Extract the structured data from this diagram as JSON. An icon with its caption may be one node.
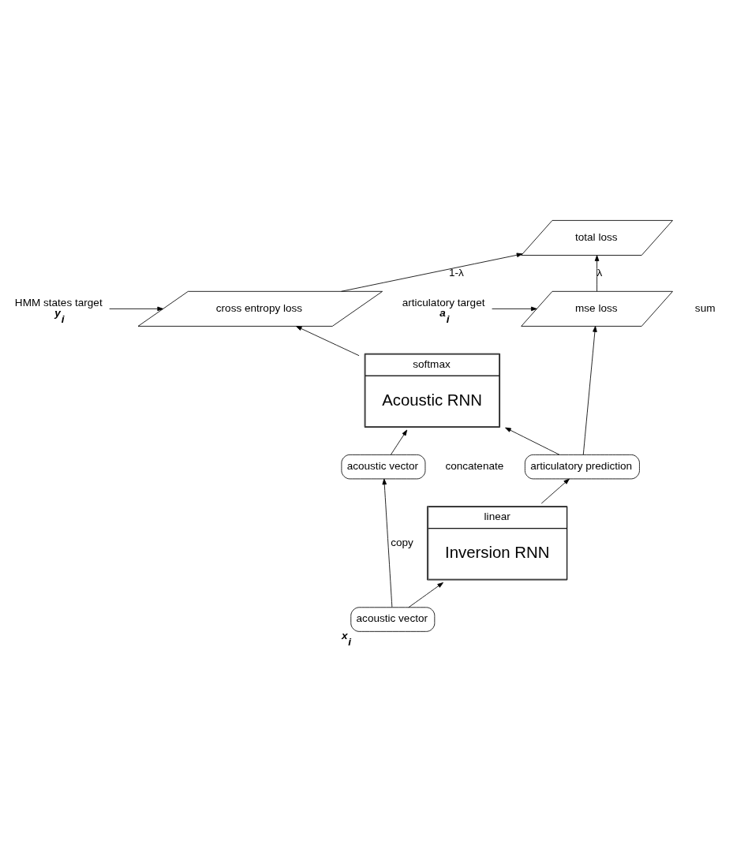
{
  "diagram": {
    "nodes": [
      {
        "text": [
          "total loss"
        ]
      },
      {
        "text": [
          "mse loss"
        ]
      },
      {
        "text": [
          "cross entropy loss"
        ]
      },
      {
        "text": [
          "articulatory target",
          "a$_{i}$"
        ]
      },
      {
        "text": [
          "HMM states target",
          "y$_{i}$"
        ]
      },
      {
        "text": [
          "softmax",
          "Acoustic RNN"
        ]
      },
      {
        "text": [
          "articulatory prediction"
        ]
      },
      {
        "text": [
          "acoustic vector"
        ]
      },
      {
        "text": [
          "linear",
          "Inversion RNN"
        ]
      },
      {
        "text": [
          "acoustic vector"
        ],
        "beside": [
          "x$_{i}$"
        ]
      }
    ],
    "edges": [
      {
        "from": 1,
        "to": 0,
        "arrow": "to",
        "label": "λ"
      },
      {
        "from": 2,
        "to": 0,
        "arrow": "to",
        "label": "1-λ"
      },
      {
        "from": 3,
        "to": 1,
        "arrow": "to"
      },
      {
        "from": 4,
        "to": 2,
        "arrow": "to"
      },
      {
        "from": 6,
        "to": 1,
        "arrow": "to"
      },
      {
        "from": 5,
        "to": 2,
        "arrow": "to"
      },
      {
        "from": 6,
        "to": 5,
        "arrow": "to"
      },
      {
        "from": 7,
        "to": 5,
        "arrow": "to"
      },
      {
        "from": 8,
        "to": 6,
        "arrow": "to"
      },
      {
        "from": 9,
        "to": 8,
        "arrow": "to"
      },
      {
        "from": 9,
        "to": 7,
        "arrow": "to",
        "label": "copy"
      }
    ],
    "labels": [
      "sum",
      "concatenate"
    ]
  }
}
